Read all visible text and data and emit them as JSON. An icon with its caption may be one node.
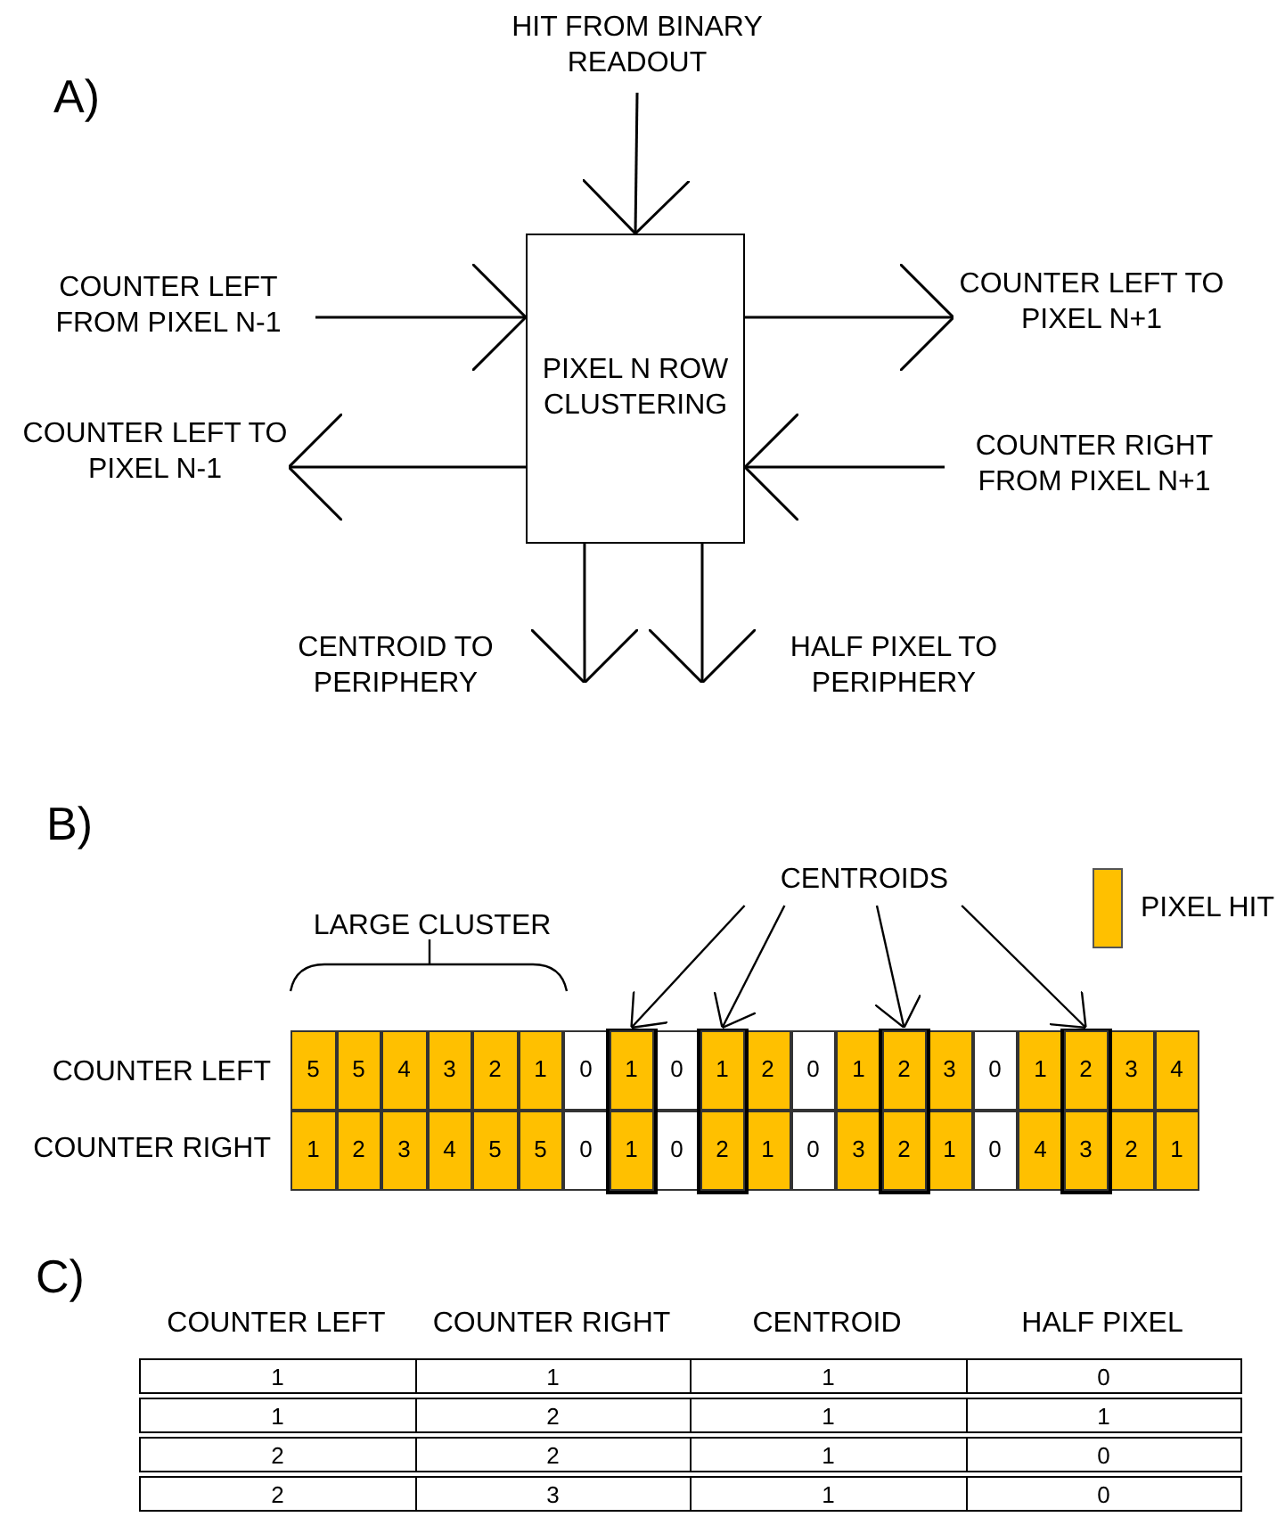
{
  "diagram": {
    "nodes": [
      {
        "text": [
          "PIXEL N ROW CLUSTERING"
        ]
      },
      {
        "text": [
          "HIT FROM BINARY READOUT"
        ]
      },
      {
        "text": [
          "COUNTER LEFT FROM PIXEL N-1"
        ]
      },
      {
        "text": [
          "COUNTER LEFT TO PIXEL N+1"
        ]
      },
      {
        "text": [
          "COUNTER LEFT TO PIXEL N-1"
        ]
      },
      {
        "text": [
          "COUNTER RIGHT FROM PIXEL N+1"
        ]
      },
      {
        "text": [
          "CENTROID TO PERIPHERY"
        ]
      },
      {
        "text": [
          "HALF PIXEL TO PERIPHERY"
        ]
      },
      {
        "text": [
          "CENTROIDS"
        ]
      },
      {
        "text": [],
        "shape": "box"
      },
      {
        "text": [],
        "shape": "box"
      },
      {
        "text": [],
        "shape": "box"
      },
      {
        "text": [],
        "shape": "box"
      },
      {
        "text": [
          "5"
        ]
      },
      {
        "text": [
          "5"
        ]
      },
      {
        "text": [
          "4"
        ]
      },
      {
        "text": [
          "3"
        ]
      },
      {
        "text": [
          "2"
        ]
      },
      {
        "text": [
          "1"
        ]
      },
      {
        "text": [
          "0"
        ]
      },
      {
        "text": [
          "1"
        ],
        "in": 9
      },
      {
        "text": [
          "0"
        ]
      },
      {
        "text": [
          "1"
        ],
        "in": 10
      },
      {
        "text": [
          "2"
        ]
      },
      {
        "text": [
          "0"
        ]
      },
      {
        "text": [
          "1"
        ]
      },
      {
        "text": [
          "2"
        ],
        "in": 11
      },
      {
        "text": [
          "3"
        ]
      },
      {
        "text": [
          "0"
        ]
      },
      {
        "text": [
          "1"
        ]
      },
      {
        "text": [
          "2"
        ],
        "in": 12
      },
      {
        "text": [
          "3"
        ]
      },
      {
        "text": [
          "4"
        ]
      },
      {
        "text": [
          "1"
        ]
      },
      {
        "text": [
          "2"
        ]
      },
      {
        "text": [
          "3"
        ]
      },
      {
        "text": [
          "4"
        ]
      },
      {
        "text": [
          "5"
        ]
      },
      {
        "text": [
          "5"
        ]
      },
      {
        "text": [
          "0"
        ]
      },
      {
        "text": [
          "1"
        ],
        "in": 9
      },
      {
        "text": [
          "0"
        ]
      },
      {
        "text": [
          "2"
        ],
        "in": 10
      },
      {
        "text": [
          "1"
        ]
      },
      {
        "text": [
          "0"
        ]
      },
      {
        "text": [
          "3"
        ]
      },
      {
        "text": [
          "2"
        ],
        "in": 11
      },
      {
        "text": [
          "1"
        ]
      },
      {
        "text": [
          "0"
        ]
      },
      {
        "text": [
          "4"
        ]
      },
      {
        "text": [
          "3"
        ],
        "in": 12
      },
      {
        "text": [
          "2"
        ]
      },
      {
        "text": [
          "1"
        ]
      }
    ],
    "edges": [
      {
        "from": 1,
        "to": 0,
        "arrow": "to"
      },
      {
        "from": 2,
        "to": 0,
        "arrow": "to"
      },
      {
        "from": 0,
        "to": 3,
        "arrow": "to"
      },
      {
        "from": 0,
        "to": 4,
        "arrow": "to"
      },
      {
        "from": 5,
        "to": 0,
        "arrow": "to"
      },
      {
        "from": 0,
        "to": 6,
        "arrow": "to"
      },
      {
        "from": 0,
        "to": 7,
        "arrow": "to"
      },
      {
        "from": 8,
        "to": 9,
        "arrow": "to"
      },
      {
        "from": 8,
        "to": 10,
        "arrow": "to"
      },
      {
        "from": 8,
        "to": 11,
        "arrow": "to"
      },
      {
        "from": 8,
        "to": 12,
        "arrow": "to"
      }
    ],
    "labels": [
      "A)",
      "B)",
      "LARGE CLUSTER",
      "COUNTER LEFT",
      "COUNTER RIGHT",
      "C)",
      "COUNTER LEFT",
      "COUNTER RIGHT",
      "CENTROID",
      "HALF PIXEL",
      "1",
      "1",
      "1",
      "0",
      "1",
      "2",
      "1",
      "1",
      "2",
      "2",
      "1",
      "0",
      "2",
      "3",
      "1",
      "0"
    ],
    "legend": [
      {
        "text": "PIXEL HIT",
        "color": "#ffc000"
      }
    ]
  }
}
